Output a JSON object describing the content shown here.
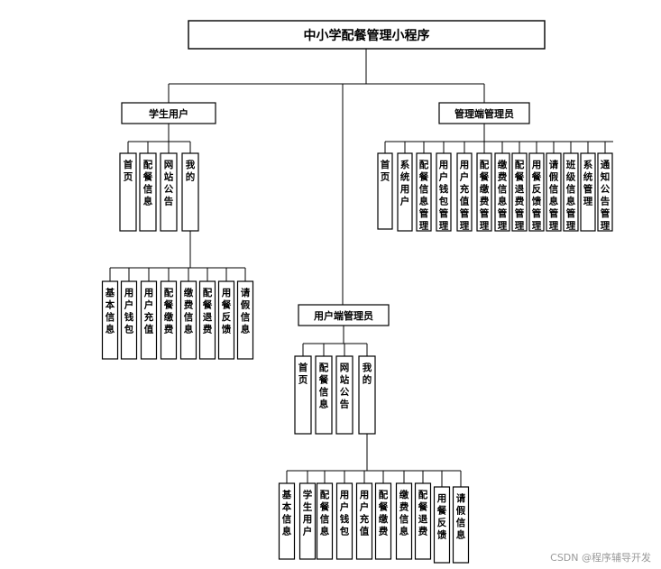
{
  "title": "中小学配餐管理小程序",
  "roles": {
    "student": {
      "label": "学生用户",
      "modules": [
        "首页",
        "配餐信息",
        "网站公告",
        "我的"
      ],
      "my_items": [
        "基本信息",
        "用户钱包",
        "用户充值",
        "配餐缴费",
        "缴费信息",
        "配餐退费",
        "用餐反馈",
        "请假信息"
      ]
    },
    "admin": {
      "label": "管理端管理员",
      "modules": [
        "首页",
        "系统用户",
        "配餐信息管理",
        "用户钱包管理",
        "用户充值管理",
        "配餐缴费管理",
        "缴费信息管理",
        "配餐退费管理",
        "用餐反馈管理",
        "请假信息管理",
        "班级信息管理",
        "系统管理",
        "通知公告管理"
      ]
    },
    "user_admin": {
      "label": "用户端管理员",
      "modules": [
        "首页",
        "配餐信息",
        "网站公告",
        "我的"
      ],
      "my_items": [
        "基本信息",
        "学生用户",
        "配餐信息",
        "用户钱包",
        "用户充值",
        "配餐缴费",
        "缴费信息",
        "配餐退费",
        "用餐反馈",
        "请假信息"
      ]
    }
  },
  "watermark": "CSDN @程序辅导开发"
}
